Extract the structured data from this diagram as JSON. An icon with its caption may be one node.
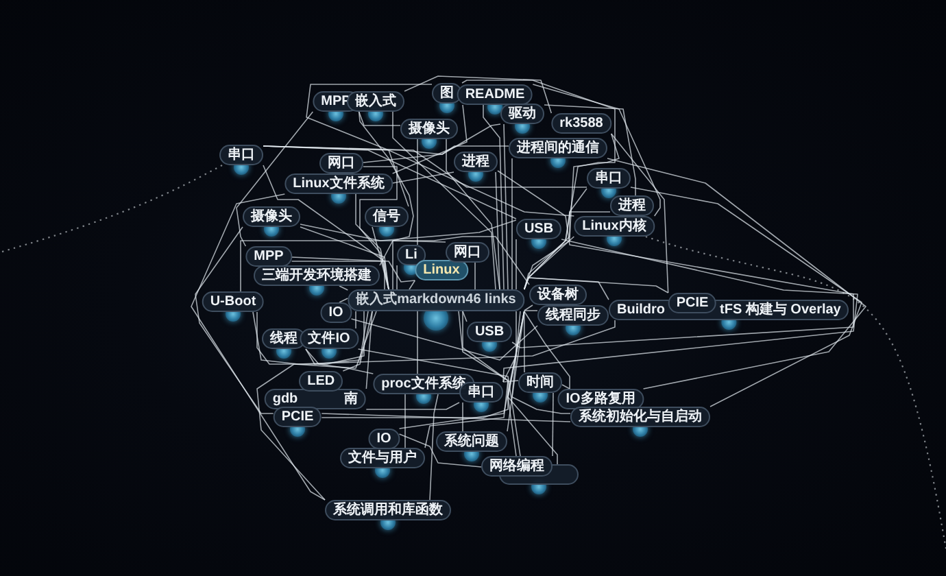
{
  "diagram": {
    "nodes": [
      {
        "text": [
          "MPP"
        ]
      },
      {
        "text": [
          "嵌入式"
        ]
      },
      {
        "text": [
          "图"
        ]
      },
      {
        "text": [
          "README"
        ]
      },
      {
        "text": [
          "驱动"
        ]
      },
      {
        "text": [
          "摄像头"
        ]
      },
      {
        "text": [
          "rk3588"
        ]
      },
      {
        "text": [
          "进程间的通信"
        ]
      },
      {
        "text": [
          "串口"
        ]
      },
      {
        "text": [
          "网口"
        ]
      },
      {
        "text": [
          "Linux文件系统"
        ]
      },
      {
        "text": [
          "进程"
        ]
      },
      {
        "text": [
          "串口"
        ]
      },
      {
        "text": [
          "进程"
        ]
      },
      {
        "text": [
          "Linux内核"
        ]
      },
      {
        "text": [
          "摄像头"
        ]
      },
      {
        "text": [
          "信号"
        ]
      },
      {
        "text": [
          "USB"
        ]
      },
      {
        "text": [
          "Li"
        ]
      },
      {
        "text": [
          "Linux"
        ]
      },
      {
        "text": [
          "网口"
        ]
      },
      {
        "text": [
          "MPP"
        ]
      },
      {
        "text": [
          "三端开发环境搭建"
        ]
      },
      {
        "text": [
          "U-Boot"
        ]
      },
      {
        "text": [
          "IO"
        ]
      },
      {
        "text": [
          "嵌入式markdown46 links"
        ]
      },
      {
        "text": [
          "设备树"
        ]
      },
      {
        "text": [
          "线程同步"
        ]
      },
      {
        "text": [
          "Buildro",
          "tFS 构建与 Overlay"
        ]
      },
      {
        "text": [
          "PCIE"
        ]
      },
      {
        "text": [
          "USB"
        ]
      },
      {
        "text": [
          "线程"
        ]
      },
      {
        "text": [
          "文件IO"
        ]
      },
      {
        "text": [
          "LED"
        ]
      },
      {
        "text": [
          "gdb",
          "南"
        ]
      },
      {
        "text": [
          "proc文件系统"
        ]
      },
      {
        "text": [
          "串口"
        ]
      },
      {
        "text": [
          "时间"
        ]
      },
      {
        "text": [
          "IO多路复用"
        ]
      },
      {
        "text": [
          "系统初始化与自启动"
        ]
      },
      {
        "text": [
          "PCIE"
        ]
      },
      {
        "text": [
          "IO"
        ]
      },
      {
        "text": [
          "文件与用户"
        ]
      },
      {
        "text": [
          "系统问题"
        ]
      },
      {
        "text": [
          "网络编程"
        ]
      },
      {
        "text": [],
        "shape": "box"
      },
      {
        "text": [
          "系统调用和库函数"
        ]
      }
    ],
    "edges": [
      {
        "from": 25,
        "to": 0,
        "arrow": "none"
      },
      {
        "from": 25,
        "to": 1,
        "arrow": "none"
      },
      {
        "from": 25,
        "to": 2,
        "arrow": "none"
      },
      {
        "from": 25,
        "to": 3,
        "arrow": "none"
      },
      {
        "from": 25,
        "to": 4,
        "arrow": "none"
      },
      {
        "from": 25,
        "to": 5,
        "arrow": "none"
      },
      {
        "from": 25,
        "to": 6,
        "arrow": "none"
      },
      {
        "from": 25,
        "to": 7,
        "arrow": "none"
      },
      {
        "from": 25,
        "to": 8,
        "arrow": "none"
      },
      {
        "from": 25,
        "to": 9,
        "arrow": "none"
      },
      {
        "from": 25,
        "to": 10,
        "arrow": "none"
      },
      {
        "from": 25,
        "to": 11,
        "arrow": "none"
      },
      {
        "from": 25,
        "to": 12,
        "arrow": "none"
      },
      {
        "from": 25,
        "to": 13,
        "arrow": "none"
      },
      {
        "from": 25,
        "to": 14,
        "arrow": "none"
      },
      {
        "from": 25,
        "to": 15,
        "arrow": "none"
      },
      {
        "from": 25,
        "to": 16,
        "arrow": "none"
      },
      {
        "from": 25,
        "to": 17,
        "arrow": "none"
      },
      {
        "from": 25,
        "to": 18,
        "arrow": "none"
      },
      {
        "from": 25,
        "to": 19,
        "arrow": "none"
      },
      {
        "from": 25,
        "to": 20,
        "arrow": "none"
      },
      {
        "from": 25,
        "to": 21,
        "arrow": "none"
      },
      {
        "from": 25,
        "to": 22,
        "arrow": "none"
      },
      {
        "from": 25,
        "to": 23,
        "arrow": "none"
      },
      {
        "from": 25,
        "to": 24,
        "arrow": "none"
      },
      {
        "from": 25,
        "to": 26,
        "arrow": "none"
      },
      {
        "from": 25,
        "to": 27,
        "arrow": "none"
      },
      {
        "from": 25,
        "to": 28,
        "arrow": "none"
      },
      {
        "from": 25,
        "to": 29,
        "arrow": "none"
      },
      {
        "from": 25,
        "to": 30,
        "arrow": "none"
      },
      {
        "from": 25,
        "to": 31,
        "arrow": "none"
      },
      {
        "from": 25,
        "to": 32,
        "arrow": "none"
      },
      {
        "from": 25,
        "to": 33,
        "arrow": "none"
      },
      {
        "from": 25,
        "to": 34,
        "arrow": "none"
      },
      {
        "from": 25,
        "to": 35,
        "arrow": "none"
      },
      {
        "from": 25,
        "to": 36,
        "arrow": "none"
      },
      {
        "from": 25,
        "to": 37,
        "arrow": "none"
      },
      {
        "from": 25,
        "to": 38,
        "arrow": "none"
      },
      {
        "from": 25,
        "to": 39,
        "arrow": "none"
      },
      {
        "from": 25,
        "to": 40,
        "arrow": "none"
      },
      {
        "from": 25,
        "to": 41,
        "arrow": "none"
      },
      {
        "from": 25,
        "to": 42,
        "arrow": "none"
      },
      {
        "from": 25,
        "to": 43,
        "arrow": "none"
      },
      {
        "from": 25,
        "to": 44,
        "arrow": "none"
      },
      {
        "from": 25,
        "to": 45,
        "arrow": "none"
      },
      {
        "from": 25,
        "to": 46,
        "arrow": "none"
      },
      {
        "from": 8,
        "to": 12,
        "arrow": "none"
      },
      {
        "from": 8,
        "to": 7,
        "arrow": "none"
      },
      {
        "from": 8,
        "to": 14,
        "arrow": "none"
      },
      {
        "from": 8,
        "to": 17,
        "arrow": "none"
      },
      {
        "from": 9,
        "to": 4,
        "arrow": "none"
      },
      {
        "from": 10,
        "to": 11,
        "arrow": "none"
      },
      {
        "from": 10,
        "to": 3,
        "arrow": "none"
      },
      {
        "from": 15,
        "to": 17,
        "arrow": "none"
      },
      {
        "from": 16,
        "to": 2,
        "arrow": "none"
      },
      {
        "from": 0,
        "to": 5,
        "arrow": "none"
      },
      {
        "from": 1,
        "to": 6,
        "arrow": "none"
      },
      {
        "from": 23,
        "to": 26,
        "arrow": "none"
      },
      {
        "from": 23,
        "to": 28,
        "arrow": "none"
      },
      {
        "from": 31,
        "to": 35,
        "arrow": "none"
      },
      {
        "from": 40,
        "to": 39,
        "arrow": "none"
      },
      {
        "from": 34,
        "to": 36,
        "arrow": "none"
      },
      {
        "from": 36,
        "to": 37,
        "arrow": "none"
      },
      {
        "from": 37,
        "to": 38,
        "arrow": "none"
      },
      {
        "from": 44,
        "to": 37,
        "arrow": "none"
      },
      {
        "from": 43,
        "to": 36,
        "arrow": "none"
      },
      {
        "from": 46,
        "to": 35,
        "arrow": "none"
      },
      {
        "from": 42,
        "to": 35,
        "arrow": "none"
      },
      {
        "from": 22,
        "to": 20,
        "arrow": "none"
      },
      {
        "from": 21,
        "to": 19,
        "arrow": "none"
      },
      {
        "from": 3,
        "to": 14,
        "arrow": "none"
      },
      {
        "from": 4,
        "to": 13,
        "arrow": "none"
      },
      {
        "from": 5,
        "to": 18,
        "arrow": "none"
      },
      {
        "from": 11,
        "to": 30,
        "arrow": "none"
      },
      {
        "from": 17,
        "to": 36,
        "arrow": "none"
      },
      {
        "from": 32,
        "to": 44,
        "arrow": "none"
      },
      {
        "from": 24,
        "to": 27,
        "arrow": "none"
      },
      {
        "from": 12,
        "to": 39,
        "arrow": "none"
      },
      {
        "from": 7,
        "to": 38,
        "arrow": "none"
      },
      {
        "from": 0,
        "to": 21,
        "arrow": "none"
      },
      {
        "from": 15,
        "to": 40,
        "arrow": "none"
      },
      {
        "from": 10,
        "to": 46,
        "arrow": "none"
      },
      {
        "from": 6,
        "to": 29,
        "arrow": "none"
      },
      {
        "from": 41,
        "to": 44,
        "arrow": "none"
      },
      {
        "from": 8,
        "to": null,
        "arrow": "none",
        "style": "dashed"
      },
      {
        "from": 14,
        "to": null,
        "arrow": "none",
        "style": "dashed"
      }
    ]
  }
}
